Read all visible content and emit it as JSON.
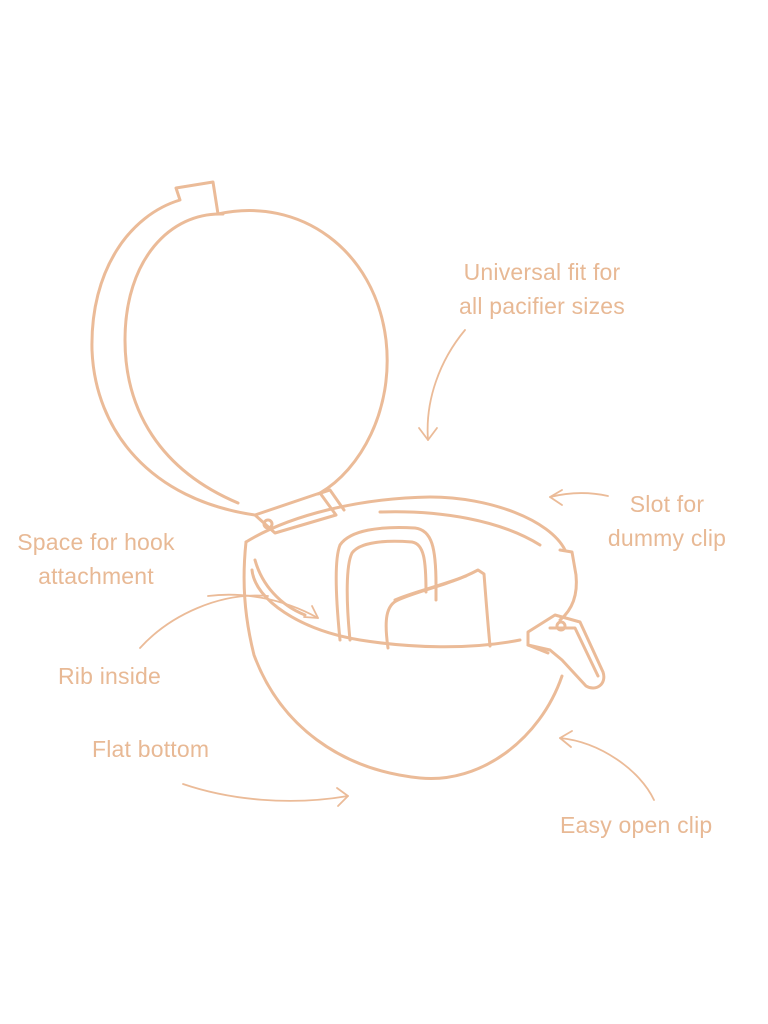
{
  "colors": {
    "line": "#ebbb98",
    "text": "#e8b995",
    "background": "#ffffff"
  },
  "labels": {
    "universal_fit": [
      "Universal fit  for",
      "all pacifier sizes"
    ],
    "slot_for_clip": [
      "Slot for",
      "dummy clip"
    ],
    "hook_space": [
      "Space for hook",
      "attachment"
    ],
    "rib_inside": "Rib inside",
    "flat_bottom": "Flat bottom",
    "easy_open_clip": "Easy open clip"
  }
}
